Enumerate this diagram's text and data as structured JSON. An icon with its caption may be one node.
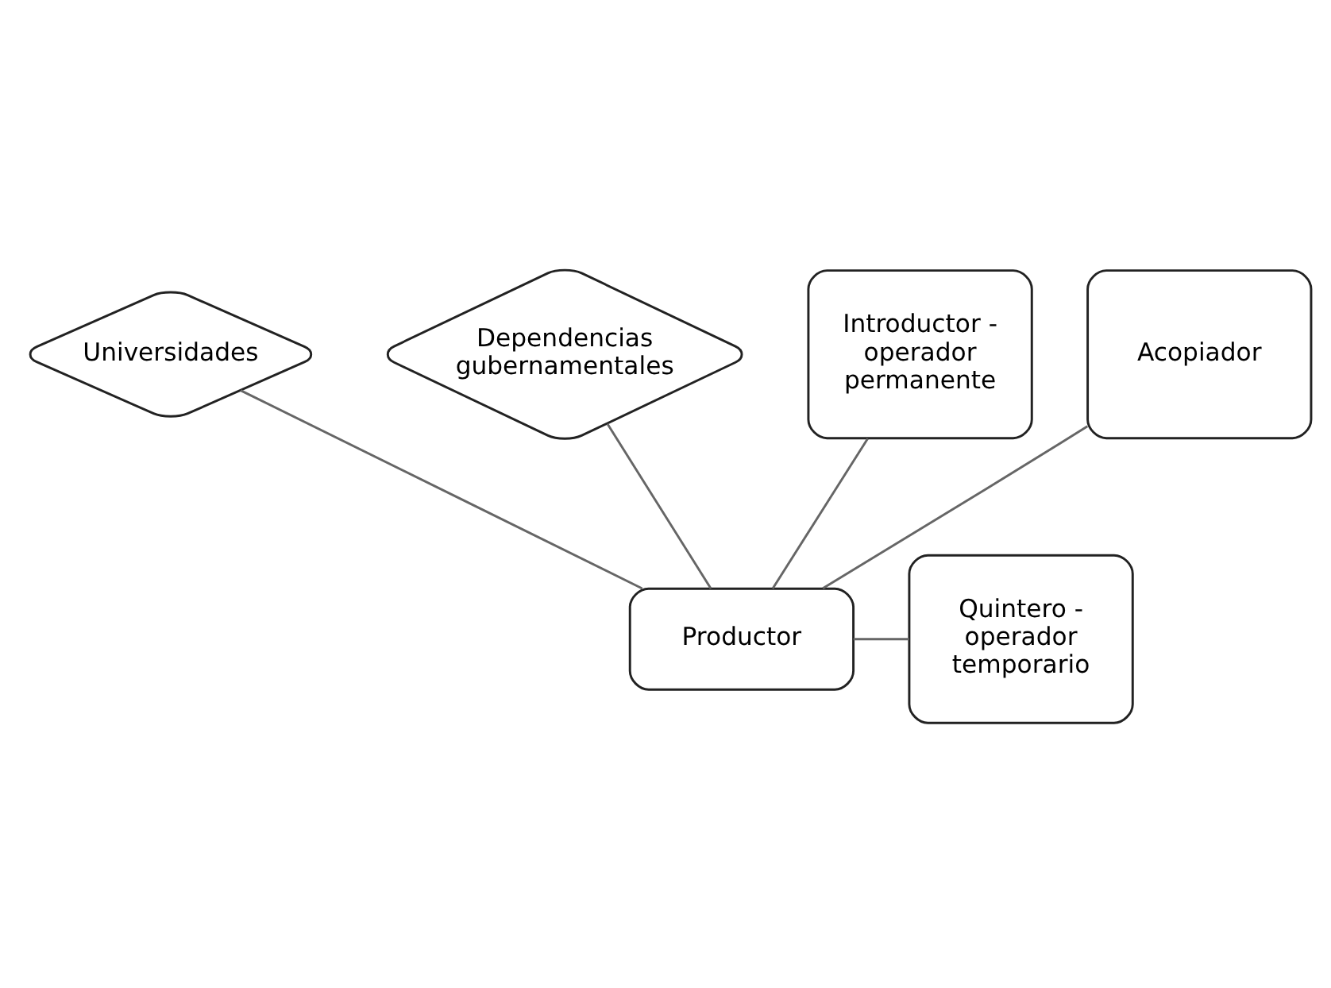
{
  "diagram": {
    "nodes": [
      {
        "text": [
          "Universidades"
        ]
      },
      {
        "text": [
          "Dependencias gubernamentales"
        ]
      },
      {
        "text": [
          "Introductor - operador permanente"
        ]
      },
      {
        "text": [
          "Acopiador"
        ]
      },
      {
        "text": [
          "Productor"
        ]
      },
      {
        "text": [
          "Quintero - operador temporario"
        ]
      }
    ],
    "edges": [
      {
        "from": 4,
        "to": 2,
        "arrow": "none"
      },
      {
        "from": 4,
        "to": 0,
        "arrow": "none"
      },
      {
        "from": 4,
        "to": 3,
        "arrow": "none"
      },
      {
        "from": 4,
        "to": 1,
        "arrow": "none"
      },
      {
        "from": 4,
        "to": 5,
        "arrow": "none"
      }
    ]
  }
}
